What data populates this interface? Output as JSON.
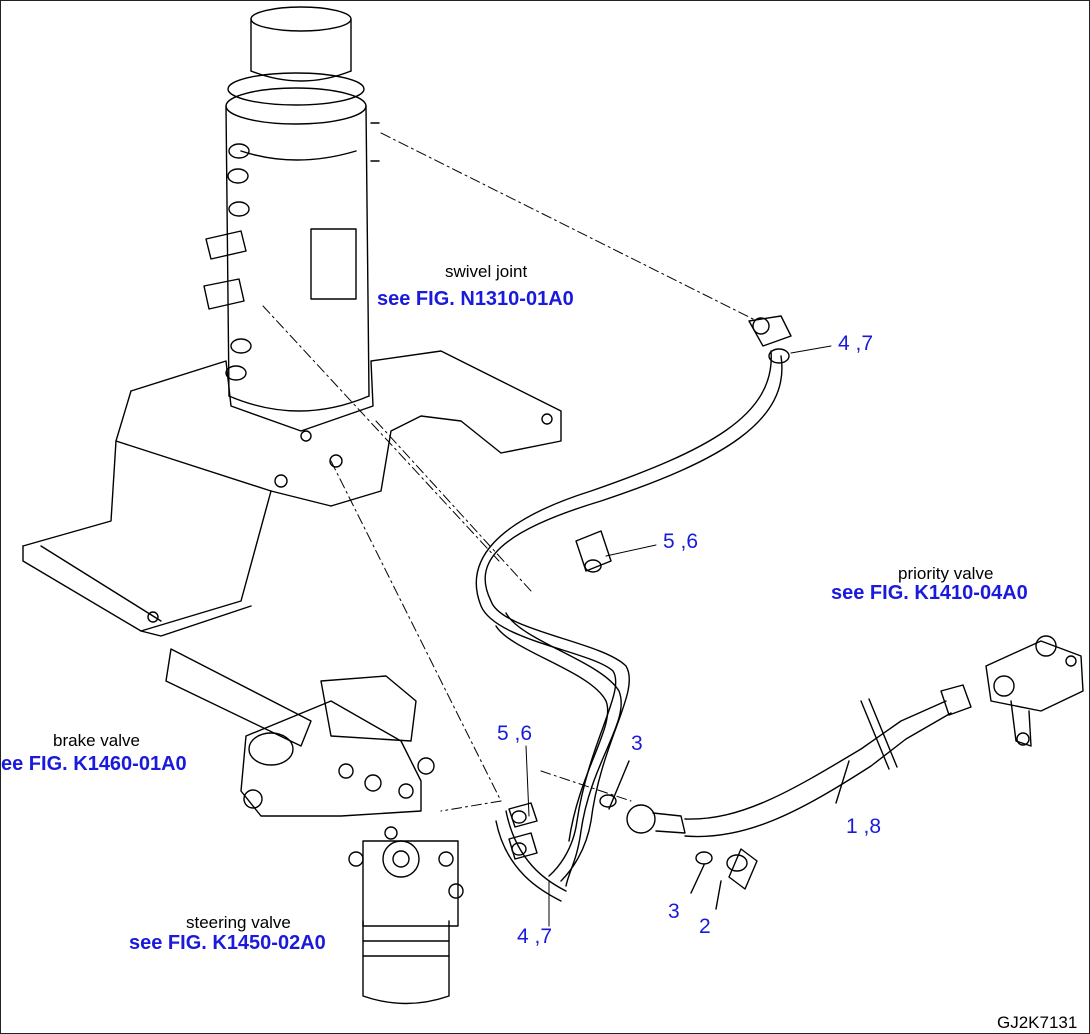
{
  "colors": {
    "line": "#000000",
    "callout": "#1a1adc",
    "background": "#ffffff"
  },
  "refs": {
    "swivel_joint": {
      "name": "swivel joint",
      "see": "see FIG. N1310-01A0"
    },
    "priority_valve": {
      "name": "priority valve",
      "see": "see FIG. K1410-04A0"
    },
    "brake_valve": {
      "name": "brake valve",
      "see": "ee FIG. K1460-01A0"
    },
    "steering_valve": {
      "name": "steering valve",
      "see": "see FIG. K1450-02A0"
    }
  },
  "callouts": {
    "c1": "4 ,7",
    "c2": "5 ,6",
    "c3": "5 ,6",
    "c4": "3",
    "c5": "1 ,8",
    "c6": "3",
    "c7": "2",
    "c8": "4 ,7"
  },
  "drawing_code": "GJ2K7131"
}
